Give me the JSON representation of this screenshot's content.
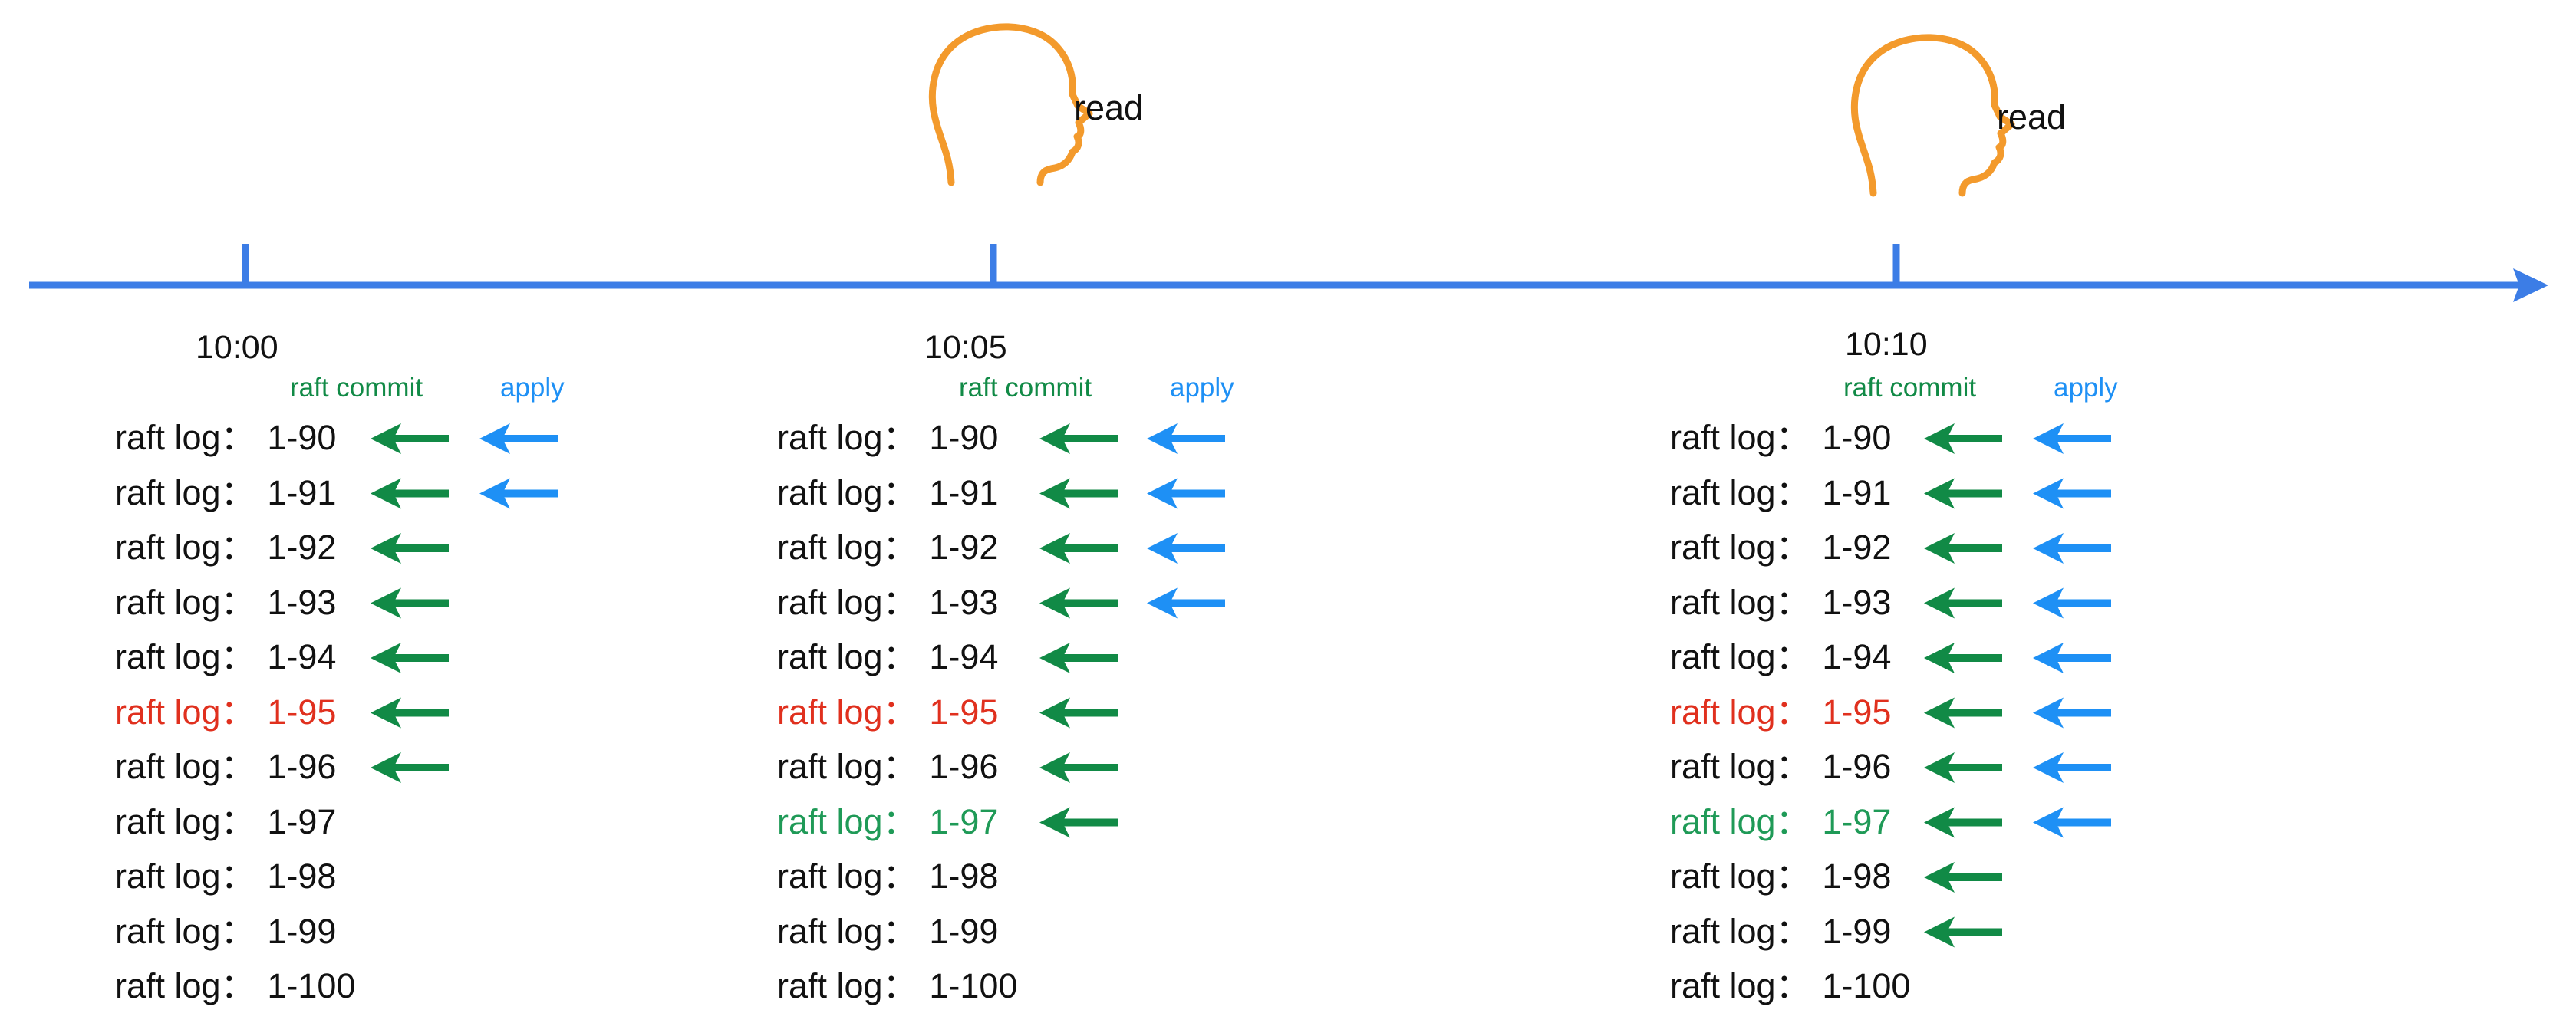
{
  "colors": {
    "axis": "#3c7de6",
    "commit": "#118a46",
    "apply": "#1e90f5",
    "head": "#f39a2c",
    "highlight_red": "#e0301e",
    "highlight_green": "#1f9a57",
    "text": "#111111"
  },
  "icons": {
    "reader": "head-profile-icon",
    "commit_arrow": "left-arrow-icon",
    "apply_arrow": "left-arrow-icon"
  },
  "columns": [
    {
      "time": "10:00",
      "commit_label": "raft commit",
      "apply_label": "apply",
      "read_label": "",
      "entries": [
        {
          "prefix": "raft log：",
          "id": "1-90",
          "highlight": null,
          "commit": true,
          "apply": true
        },
        {
          "prefix": "raft log：",
          "id": "1-91",
          "highlight": null,
          "commit": true,
          "apply": true
        },
        {
          "prefix": "raft log：",
          "id": "1-92",
          "highlight": null,
          "commit": true,
          "apply": false
        },
        {
          "prefix": "raft log：",
          "id": "1-93",
          "highlight": null,
          "commit": true,
          "apply": false
        },
        {
          "prefix": "raft log：",
          "id": "1-94",
          "highlight": null,
          "commit": true,
          "apply": false
        },
        {
          "prefix": "raft log：",
          "id": "1-95",
          "highlight": "red",
          "commit": true,
          "apply": false
        },
        {
          "prefix": "raft log：",
          "id": "1-96",
          "highlight": null,
          "commit": true,
          "apply": false
        },
        {
          "prefix": "raft log：",
          "id": "1-97",
          "highlight": null,
          "commit": false,
          "apply": false
        },
        {
          "prefix": "raft log：",
          "id": "1-98",
          "highlight": null,
          "commit": false,
          "apply": false
        },
        {
          "prefix": "raft log：",
          "id": "1-99",
          "highlight": null,
          "commit": false,
          "apply": false
        },
        {
          "prefix": "raft log：",
          "id": "1-100",
          "highlight": null,
          "commit": false,
          "apply": false
        }
      ]
    },
    {
      "time": "10:05",
      "commit_label": "raft commit",
      "apply_label": "apply",
      "read_label": "read",
      "entries": [
        {
          "prefix": "raft log：",
          "id": "1-90",
          "highlight": null,
          "commit": true,
          "apply": true
        },
        {
          "prefix": "raft log：",
          "id": "1-91",
          "highlight": null,
          "commit": true,
          "apply": true
        },
        {
          "prefix": "raft log：",
          "id": "1-92",
          "highlight": null,
          "commit": true,
          "apply": true
        },
        {
          "prefix": "raft log：",
          "id": "1-93",
          "highlight": null,
          "commit": true,
          "apply": true
        },
        {
          "prefix": "raft log：",
          "id": "1-94",
          "highlight": null,
          "commit": true,
          "apply": false
        },
        {
          "prefix": "raft log：",
          "id": "1-95",
          "highlight": "red",
          "commit": true,
          "apply": false
        },
        {
          "prefix": "raft log：",
          "id": "1-96",
          "highlight": null,
          "commit": true,
          "apply": false
        },
        {
          "prefix": "raft log：",
          "id": "1-97",
          "highlight": "green",
          "commit": true,
          "apply": false
        },
        {
          "prefix": "raft log：",
          "id": "1-98",
          "highlight": null,
          "commit": false,
          "apply": false
        },
        {
          "prefix": "raft log：",
          "id": "1-99",
          "highlight": null,
          "commit": false,
          "apply": false
        },
        {
          "prefix": "raft log：",
          "id": "1-100",
          "highlight": null,
          "commit": false,
          "apply": false
        }
      ]
    },
    {
      "time": "10:10",
      "commit_label": "raft commit",
      "apply_label": "apply",
      "read_label": "read",
      "entries": [
        {
          "prefix": "raft log：",
          "id": "1-90",
          "highlight": null,
          "commit": true,
          "apply": true
        },
        {
          "prefix": "raft log：",
          "id": "1-91",
          "highlight": null,
          "commit": true,
          "apply": true
        },
        {
          "prefix": "raft log：",
          "id": "1-92",
          "highlight": null,
          "commit": true,
          "apply": true
        },
        {
          "prefix": "raft log：",
          "id": "1-93",
          "highlight": null,
          "commit": true,
          "apply": true
        },
        {
          "prefix": "raft log：",
          "id": "1-94",
          "highlight": null,
          "commit": true,
          "apply": true
        },
        {
          "prefix": "raft log：",
          "id": "1-95",
          "highlight": "red",
          "commit": true,
          "apply": true
        },
        {
          "prefix": "raft log：",
          "id": "1-96",
          "highlight": null,
          "commit": true,
          "apply": true
        },
        {
          "prefix": "raft log：",
          "id": "1-97",
          "highlight": "green",
          "commit": true,
          "apply": true
        },
        {
          "prefix": "raft log：",
          "id": "1-98",
          "highlight": null,
          "commit": true,
          "apply": false
        },
        {
          "prefix": "raft log：",
          "id": "1-99",
          "highlight": null,
          "commit": true,
          "apply": false
        },
        {
          "prefix": "raft log：",
          "id": "1-100",
          "highlight": null,
          "commit": false,
          "apply": false
        }
      ]
    }
  ]
}
